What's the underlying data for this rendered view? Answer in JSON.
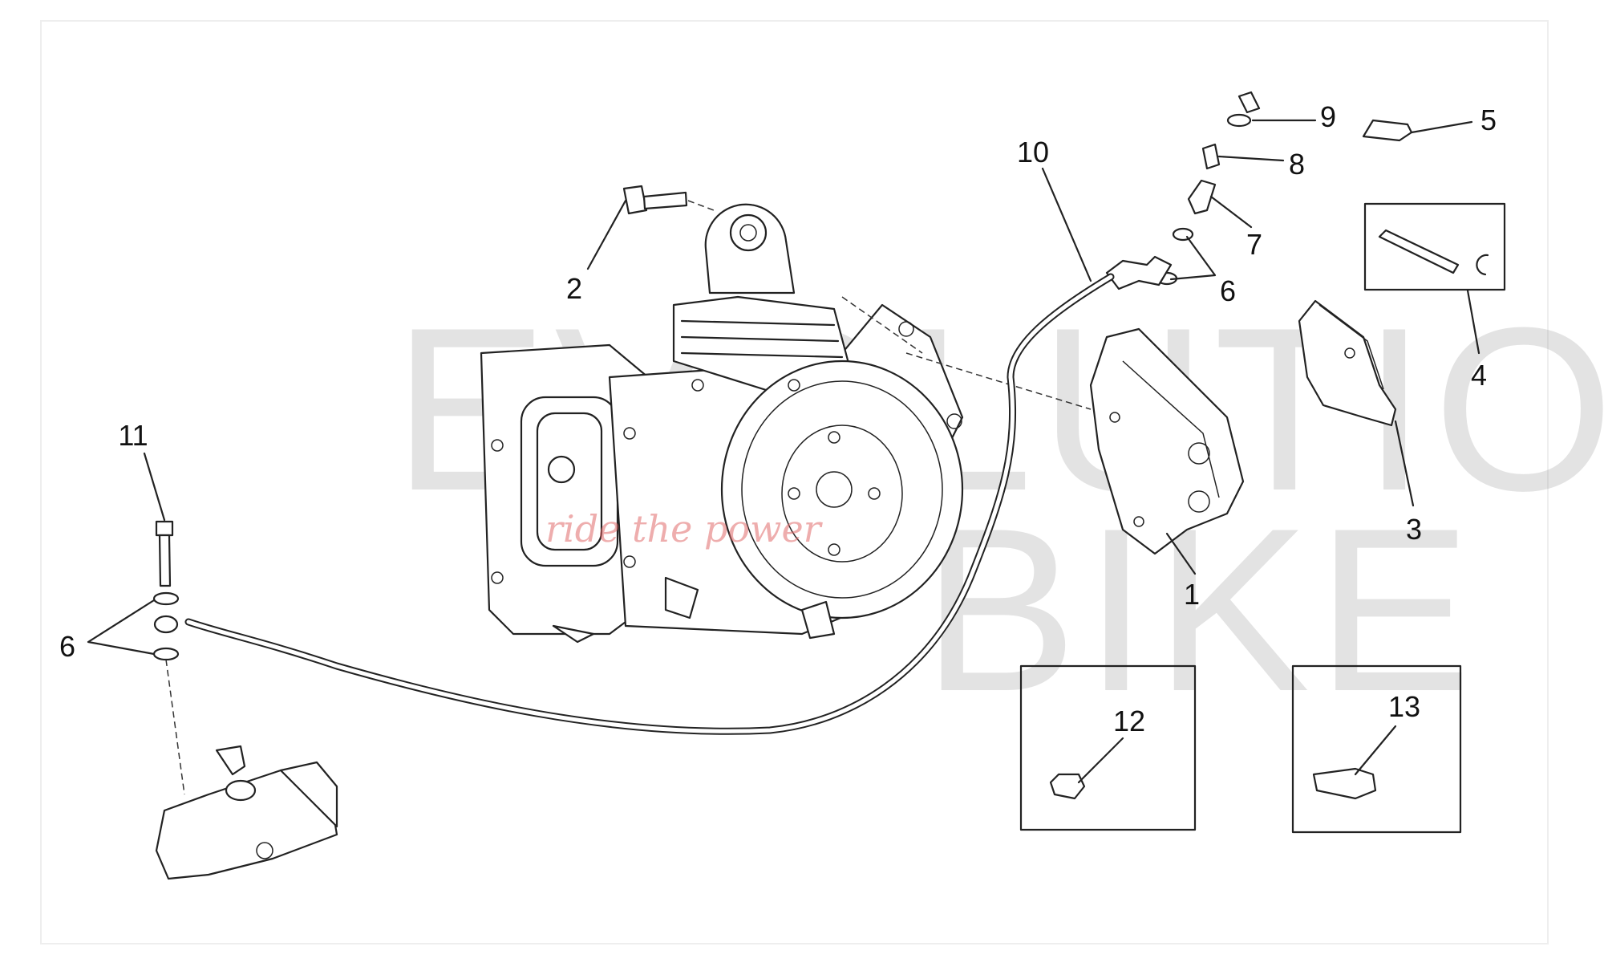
{
  "diagram": {
    "callouts": [
      {
        "id": "1",
        "label": "1"
      },
      {
        "id": "2",
        "label": "2"
      },
      {
        "id": "3",
        "label": "3"
      },
      {
        "id": "4",
        "label": "4"
      },
      {
        "id": "5",
        "label": "5"
      },
      {
        "id": "6a",
        "label": "6"
      },
      {
        "id": "6b",
        "label": "6"
      },
      {
        "id": "7",
        "label": "7"
      },
      {
        "id": "8",
        "label": "8"
      },
      {
        "id": "9",
        "label": "9"
      },
      {
        "id": "10",
        "label": "10"
      },
      {
        "id": "11",
        "label": "11"
      },
      {
        "id": "12",
        "label": "12"
      },
      {
        "id": "13",
        "label": "13"
      }
    ],
    "watermark": {
      "line1": "EVOLUTION",
      "line2": "BIKE",
      "slogan": "ride the power"
    }
  }
}
